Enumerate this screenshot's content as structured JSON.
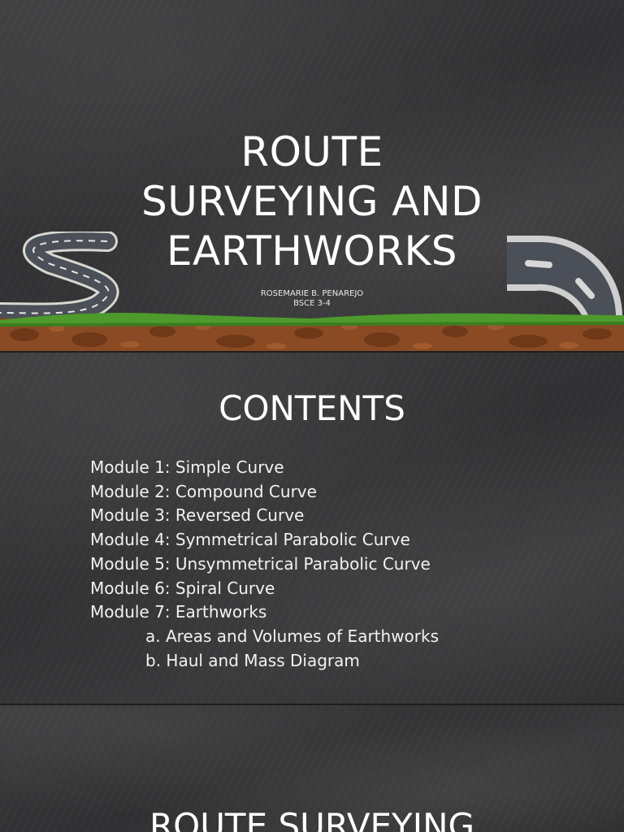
{
  "slide1": {
    "title_lines": [
      "ROUTE",
      "SURVEYING AND",
      "EARTHWORKS"
    ],
    "author": "ROSEMARIE B. PENAREJO",
    "section": "BSCE 3-4",
    "icons": [
      "winding-road-icon",
      "curved-road-icon",
      "grass-soil-ground"
    ],
    "colors": {
      "background": "#333335",
      "road": "#4b5058",
      "road_edge": "#cfcfcf",
      "grass": "#4e9a2c",
      "soil": "#8a4a24"
    }
  },
  "slide2": {
    "title": "CONTENTS",
    "modules": [
      "Module 1: Simple Curve",
      "Module 2: Compound Curve",
      "Module 3: Reversed Curve",
      "Module 4: Symmetrical Parabolic Curve",
      "Module 5: Unsymmetrical Parabolic Curve",
      "Module 6: Spiral Curve",
      "Module 7: Earthworks"
    ],
    "sub_items": [
      "a. Areas and Volumes of Earthworks",
      "b. Haul and Mass Diagram"
    ]
  },
  "slide3": {
    "title": "ROUTE SURVEYING"
  }
}
